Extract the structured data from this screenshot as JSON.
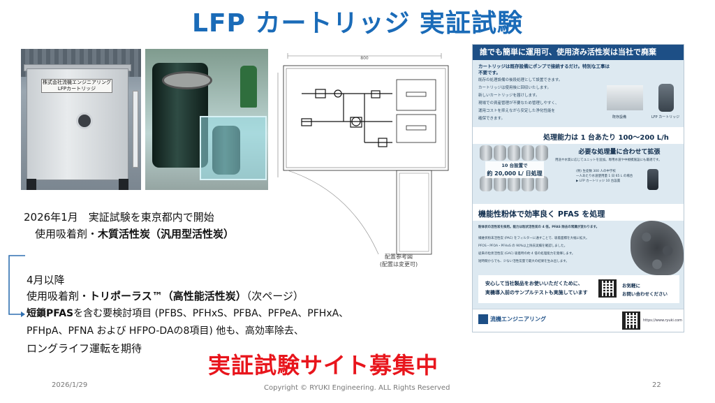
{
  "title": "LFP カートリッジ 実証試験",
  "photo1": {
    "plate_line1": "株式会社流機エンジニアリング",
    "plate_line2": "LFPカートリッジ"
  },
  "drawing": {
    "dim_label": "800",
    "caption_line1": "配置参考図",
    "caption_line2": "(配置は変更可)"
  },
  "flyer": {
    "header": "誰でも簡単に運用可、使用済み活性炭は当社で廃棄",
    "subhead": "カートリッジは既存設備にポンプで接続するだけ。特別な工事は不要です。",
    "intro_lines": [
      "既存の処理設備の後段処理として設置できます。",
      "カートリッジは使用後に回収いたします。",
      "新しいカートリッジを届けします。",
      "現場での資産管理が不要なため管理しやすく、",
      "運用コストを抑えながら安定した浄化性能を",
      "確保できます。"
    ],
    "ill_label_left": "既存設備",
    "ill_label_right": "LFP カートリッジ",
    "capacity": "処理能力は 1 台あたり 100～200 L/h",
    "capacity_sub": "必要な処理量に合わせて拡張",
    "badge_line1": "10 台設置で",
    "badge_line2": "約 20,000 L/ 日処理",
    "capacity_note": "用途や水質に応じてユニットを追加。専用水道や中規模施設にも最適です。",
    "example_lines": [
      "(例) 生徒数 300 人の中学校",
      "一人あたり水道使用量 1 日 65 L の場合",
      "▶ LFP カートリッジ 10 台設置"
    ],
    "powder_head": "機能性粉体で効率良く PFAS を処理",
    "powder_sub": "粉体状の活性炭を採用。能力は粒状活性炭の 4 倍。PFAS 除去の常識が変わります。",
    "powder_lines": [
      "繊維状粉末活性炭 (PAC) をフィルターに通すことで、吸着面積を大幅に拡大。",
      "PFOS・PFOA・PFHxS の 90%以上除去実績を確認しました。",
      "従来の粒状活性炭 (GAC) 吸着時の約 4 倍の処理能力を発揮します。",
      "短時間からでも、少ない活性炭量で最大の結果を生み出します。"
    ],
    "contact_line1": "安心して当社製品をお使いいただくために、",
    "contact_line2": "実機導入前のサンプルテストも実施しています",
    "contact_cta1": "お気軽に",
    "contact_cta2": "お問い合わせください",
    "logo_text": "流機エンジニアリング",
    "url": "https://www.ryuki.com"
  },
  "body": {
    "line1": "2026年1月　実証試験を東京都内で開始",
    "line2_prefix": "使用吸着剤・",
    "line2_bold": "木質活性炭（汎用型活性炭）",
    "line3": "4月以降",
    "line4_prefix": "使用吸着剤・",
    "line4_bold": "トリポーラス™（高性能活性炭）",
    "line4_suffix": "（次ページ）",
    "line5_bold": "短鎖PFAS",
    "line5_rest": "を含む要検討項目 (PFBS、PFHxS、PFBA、PFPeA、PFHxA、",
    "line6": "PFHpA、PFNA および HFPO-DAの8項目) 他も、高効率除去、",
    "line7": "ロングライフ運転を期待"
  },
  "recruit": "実証試験サイト募集中",
  "footer": {
    "date": "2026/1/29",
    "copyright": "Copyright © RYUKI Engineering. ALL Rights Reserved",
    "page": "22"
  },
  "colors": {
    "title": "#1a6bb8",
    "recruit": "#e8151c",
    "flyer_header": "#1d4f86",
    "arrow": "#2f6fb0"
  }
}
